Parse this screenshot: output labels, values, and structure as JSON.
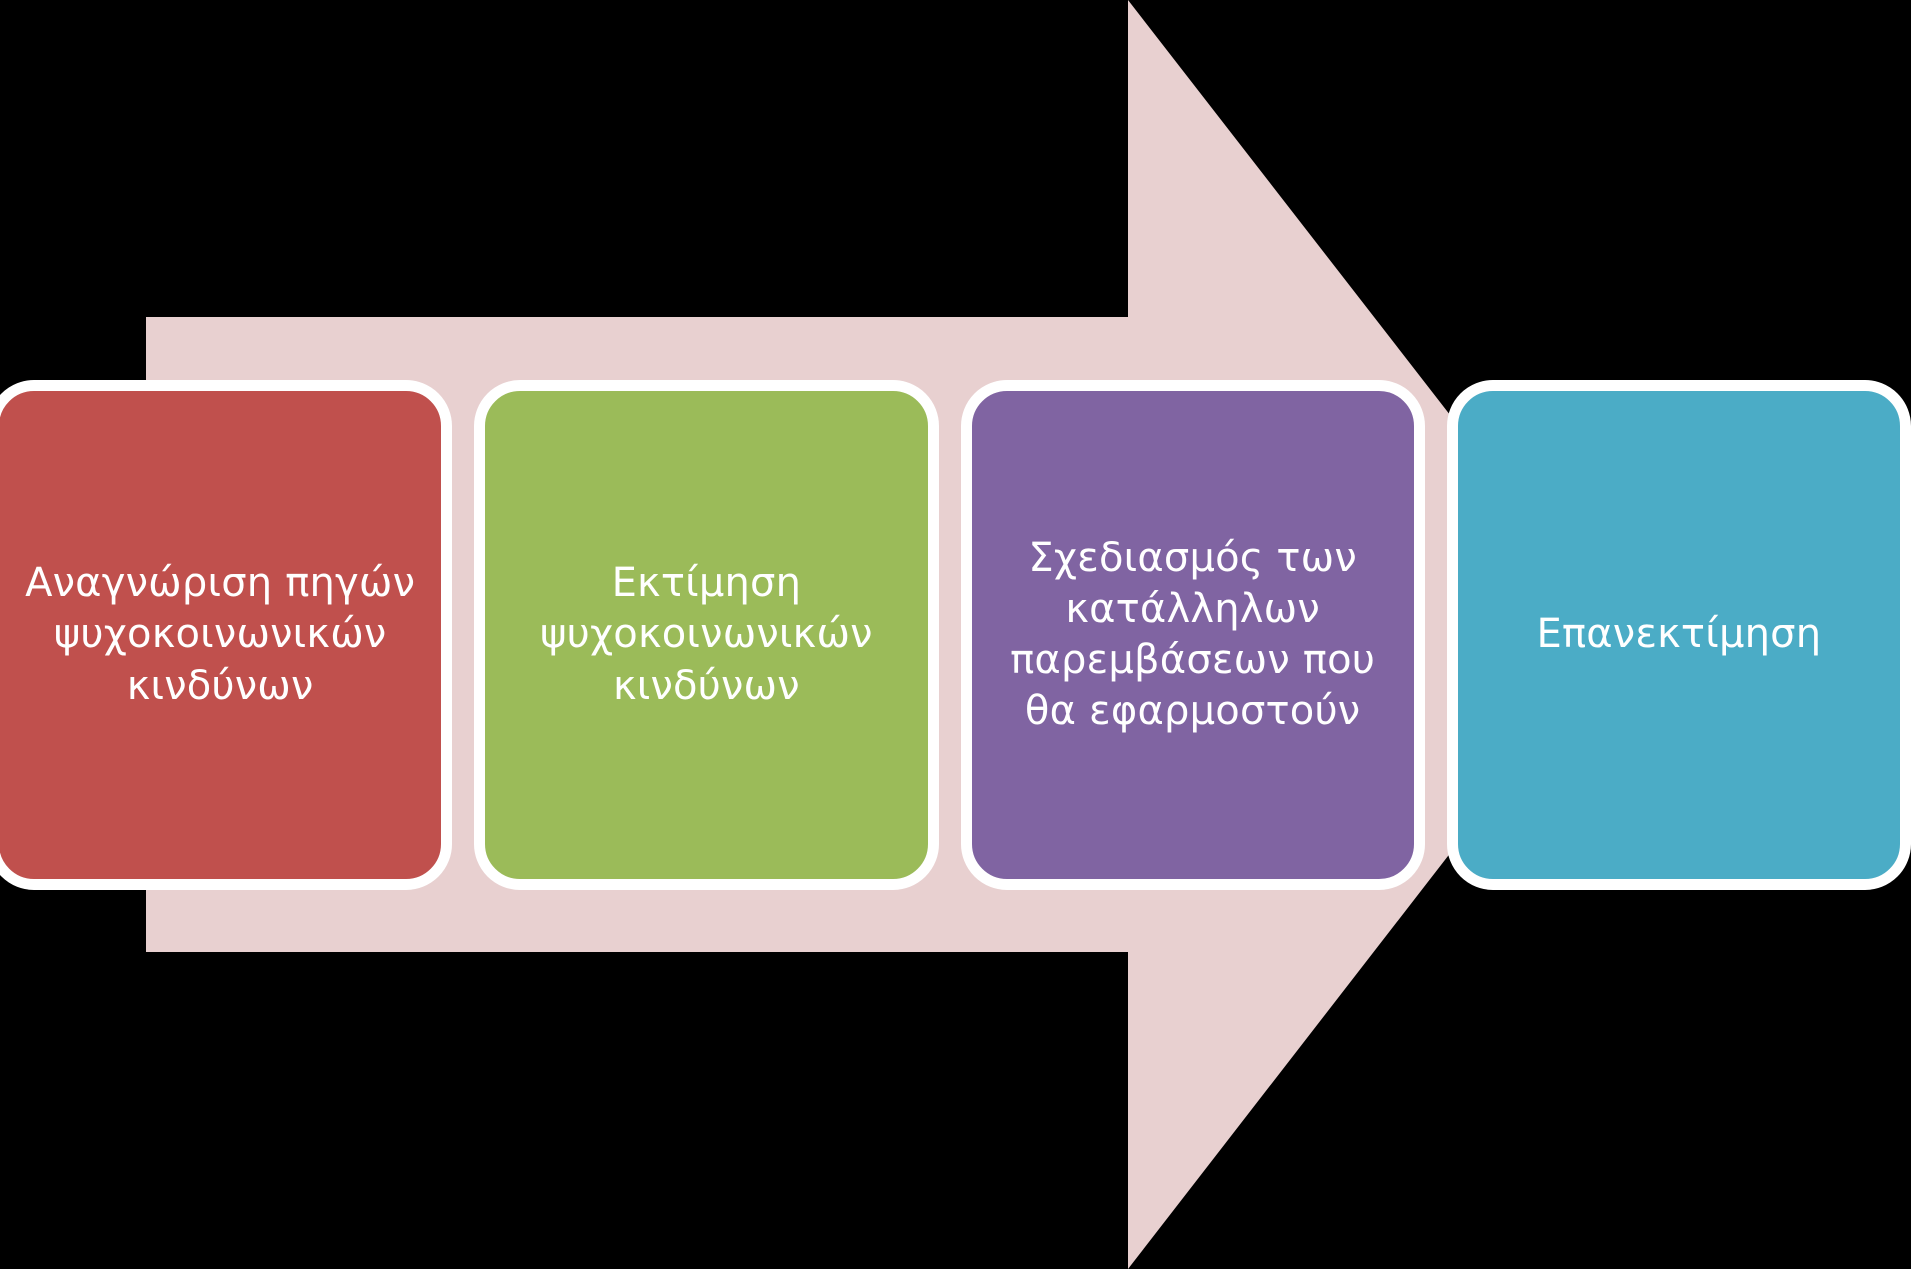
{
  "diagram": {
    "type": "process-arrow",
    "title": "",
    "arrow": {
      "direction": "right",
      "color": "#e8d0d0",
      "label": ""
    },
    "stages": [
      {
        "id": "stage-1",
        "label": "Αναγνώριση πηγών ψυχοκοινωνικών κινδύνων",
        "color": "#c0504d",
        "border_color": "#ffffff",
        "text_color": "#ffffff"
      },
      {
        "id": "stage-2",
        "label": "Εκτίμηση ψυχοκοινωνικών κινδύνων",
        "color": "#9bbb59",
        "border_color": "#ffffff",
        "text_color": "#ffffff"
      },
      {
        "id": "stage-3",
        "label": "Σχεδιασμός των κατάλληλων παρεμβάσεων που θα εφαρμοστούν",
        "color": "#8064a2",
        "border_color": "#ffffff",
        "text_color": "#ffffff"
      },
      {
        "id": "stage-4",
        "label": "Επανεκτίμηση",
        "color": "#4bacc6",
        "border_color": "#ffffff",
        "text_color": "#ffffff"
      }
    ],
    "background_color": "#000000"
  }
}
